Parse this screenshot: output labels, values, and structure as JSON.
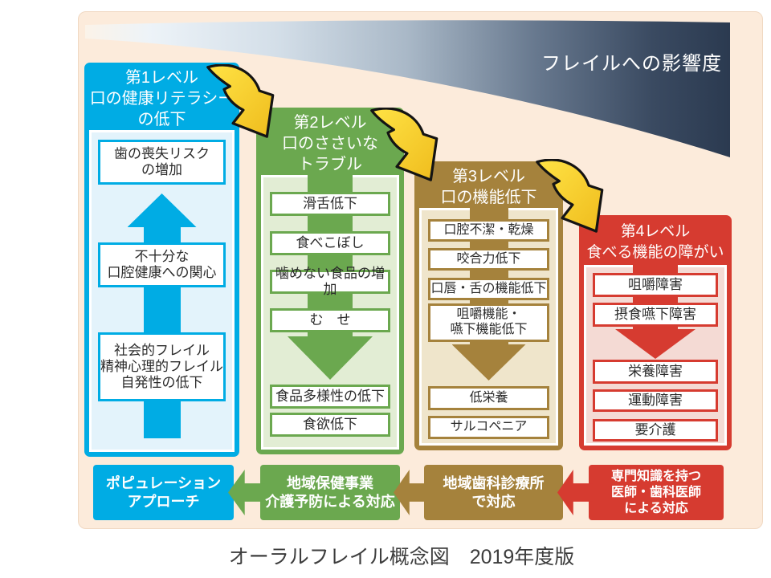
{
  "banner": {
    "label": "フレイルへの影響度"
  },
  "caption": "オーラルフレイル概念図　2019年度版",
  "colors": {
    "panel_bg": "#FCEBDB",
    "level1_frame": "#00ACE4",
    "level1_body": "#E3F3FB",
    "level2_frame": "#6BA84F",
    "level2_body": "#E2EDD4",
    "level3_frame": "#A5823C",
    "level3_body": "#EFE5CB",
    "level4_frame": "#D63B30",
    "level4_body": "#F4DAD4",
    "transition_arrow": "#F9D629",
    "swoosh_dark": "#2B3A50"
  },
  "levels": [
    {
      "title": "第1レベル\n口の健康リテラシー\nの低下",
      "arrow_direction": "up",
      "items_above": [
        "歯の喪失リスク\nの増加"
      ],
      "items_below": [
        "不十分な\n口腔健康への関心",
        "社会的フレイル\n精神心理的フレイル\n自発性の低下"
      ]
    },
    {
      "title": "第2レベル\n口のささいな\nトラブル",
      "arrow_direction": "down",
      "items_above": [
        "滑舌低下",
        "食べこぼし",
        "噛めない食品の増加",
        "む　せ"
      ],
      "items_below": [
        "食品多様性の低下",
        "食欲低下"
      ]
    },
    {
      "title": "第3レベル\n口の機能低下",
      "arrow_direction": "down",
      "items_above": [
        "口腔不潔・乾燥",
        "咬合力低下",
        "口唇・舌の機能低下",
        "咀嚼機能・\n嚥下機能低下"
      ],
      "items_below": [
        "低栄養",
        "サルコペニア"
      ]
    },
    {
      "title": "第4レベル\n食べる機能の障がい",
      "arrow_direction": "down",
      "items_above": [
        "咀嚼障害",
        "摂食嚥下障害"
      ],
      "items_below": [
        "栄養障害",
        "運動障害",
        "要介護"
      ]
    }
  ],
  "bottom_row": [
    {
      "label": "ポピュレーション\nアプローチ"
    },
    {
      "label": "地域保健事業\n介護予防による対応"
    },
    {
      "label": "地域歯科診療所\nで対応"
    },
    {
      "label": "専門知識を持つ\n医師・歯科医師\nによる対応"
    }
  ]
}
